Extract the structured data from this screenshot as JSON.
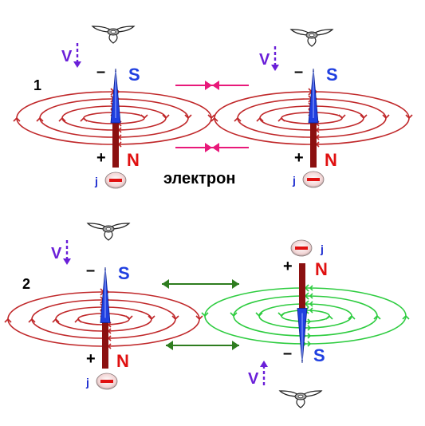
{
  "panels": [
    {
      "number": "1",
      "left": {
        "velocity_label": "V",
        "top_pole": "S",
        "bottom_pole": "N",
        "top_sign": "–",
        "bottom_sign": "+",
        "spin_label": "j",
        "field_color": "#c0282a",
        "needle_color": "#1f3fe0",
        "rod_color": "#8b1010"
      },
      "right": {
        "velocity_label": "V",
        "top_pole": "S",
        "bottom_pole": "N",
        "top_sign": "–",
        "bottom_sign": "+",
        "spin_label": "j",
        "field_color": "#c0282a",
        "needle_color": "#1f3fe0",
        "rod_color": "#8b1010"
      },
      "interaction": "attraction",
      "interaction_color": "#e8197a",
      "caption": "электрон"
    },
    {
      "number": "2",
      "left": {
        "velocity_label": "V",
        "top_pole": "S",
        "bottom_pole": "N",
        "top_sign": "–",
        "bottom_sign": "+",
        "spin_label": "j",
        "field_color": "#c0282a",
        "needle_color": "#1f3fe0",
        "rod_color": "#8b1010"
      },
      "right": {
        "velocity_label": "V",
        "top_pole": "N",
        "bottom_pole": "S",
        "top_sign": "+",
        "bottom_sign": "–",
        "spin_label": "j",
        "field_color": "#2ecc40",
        "needle_color": "#1f3fe0",
        "rod_color": "#8b1010"
      },
      "interaction": "repulsion",
      "interaction_color": "#2e7d1f"
    }
  ],
  "colors": {
    "velocity_arrow": "#6a1fd8",
    "pole_S": "#1f3fe0",
    "pole_N": "#e01010",
    "charge_minus": "#e01010",
    "spin_label": "#1f2fd0",
    "propeller_stroke": "#222222"
  }
}
